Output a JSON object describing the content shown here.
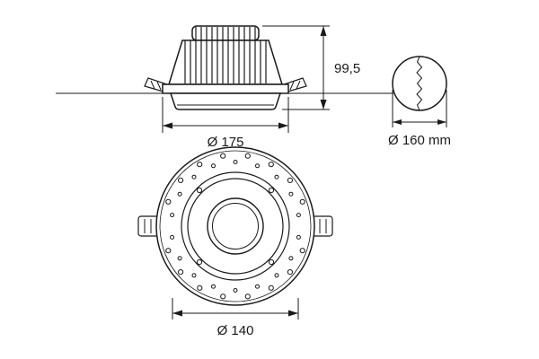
{
  "drawing": {
    "side_view": {
      "height_label": "99,5",
      "flange_diameter_label": "Ø 175"
    },
    "cutout_detail": {
      "cutout_diameter_label": "Ø 160 mm"
    },
    "front_view": {
      "inner_diameter_label": "Ø 140"
    }
  }
}
